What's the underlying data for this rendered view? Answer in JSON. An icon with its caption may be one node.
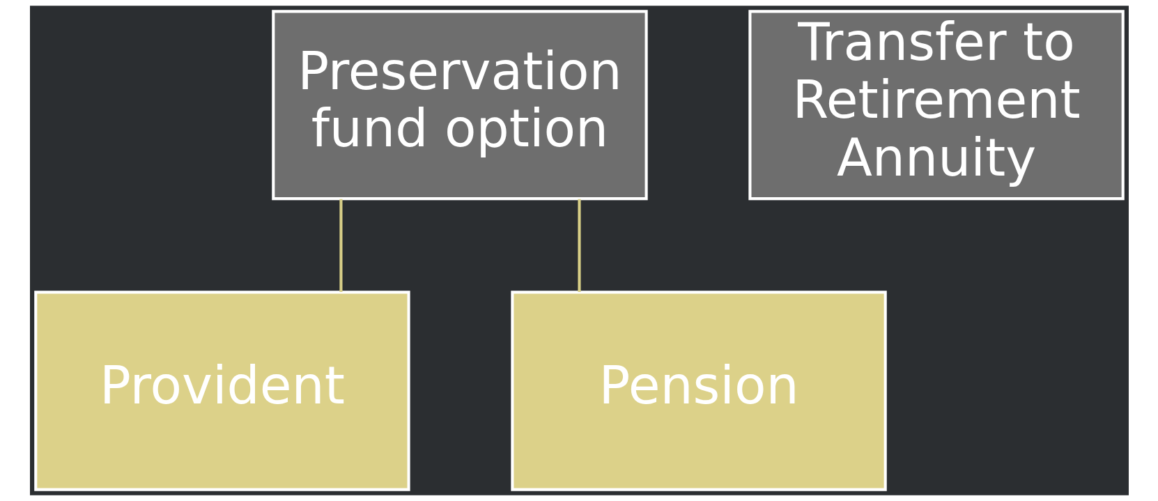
{
  "diagram": {
    "nodes": [
      {
        "text": [
          "Preservation fund option"
        ]
      },
      {
        "text": [
          "Transfer to Retirement Annuity"
        ]
      },
      {
        "text": [
          "Provident"
        ]
      },
      {
        "text": [
          "Pension"
        ]
      }
    ],
    "edges": [
      {
        "from": 0,
        "to": 2,
        "arrow": "none"
      },
      {
        "from": 0,
        "to": 3,
        "arrow": "none"
      }
    ]
  }
}
